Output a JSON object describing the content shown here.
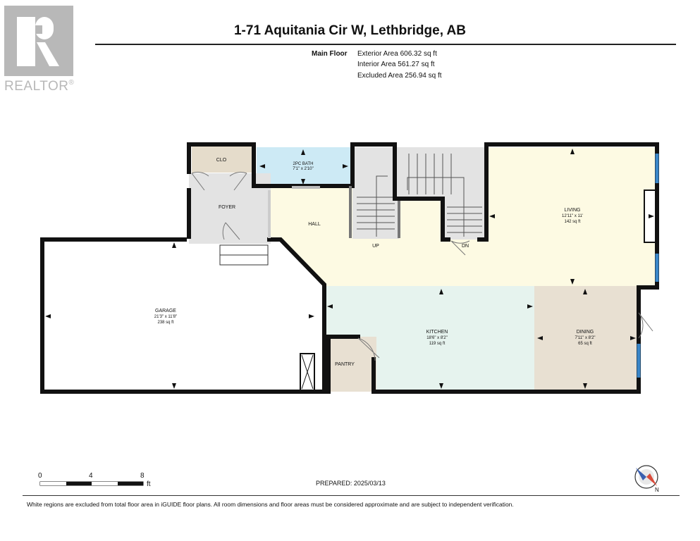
{
  "logo": {
    "word": "REALTOR",
    "mark": "®",
    "color": "#b8b8b8"
  },
  "title": "1-71 Aquitania Cir W, Lethbridge, AB",
  "floor": {
    "label": "Main Floor",
    "exterior": "Exterior Area 606.32 sq ft",
    "interior": "Interior Area 561.27 sq ft",
    "excluded": "Excluded Area 256.94 sq ft"
  },
  "rooms": {
    "clo": {
      "name": "CLO"
    },
    "bath": {
      "name": "2PC BATH",
      "dims": "7'1\" x 2'10\""
    },
    "foyer": {
      "name": "FOYER"
    },
    "hall": {
      "name": "HALL"
    },
    "up": {
      "name": "UP"
    },
    "dn": {
      "name": "DN"
    },
    "living": {
      "name": "LIVING",
      "dims": "12'11\" x 11'",
      "area": "142 sq ft"
    },
    "garage": {
      "name": "GARAGE",
      "dims": "21'3\" x 11'8\"",
      "area": "238 sq ft"
    },
    "kitchen": {
      "name": "KITCHEN",
      "dims": "18'6\" x 8'2\"",
      "area": "119 sq ft"
    },
    "dining": {
      "name": "DINING",
      "dims": "7'11\" x 8'2\"",
      "area": "65 sq ft"
    },
    "pantry": {
      "name": "PANTRY"
    }
  },
  "colors": {
    "clo": "#e5dccb",
    "bath": "#cdeaf5",
    "foyer": "#e3e3e3",
    "hall": "#fdfae3",
    "living": "#fdfae3",
    "kitchen": "#e6f3ee",
    "dining": "#e8e0d2",
    "pantry": "#e8e0d2",
    "stairs": "#e3e3e3",
    "window": "#3a86c8",
    "wall": "#111111"
  },
  "scale": {
    "n0": "0",
    "n4": "4",
    "n8": "8",
    "unit": "ft"
  },
  "compass": {
    "letter": "N",
    "needle": "#d94b3b"
  },
  "prepared": "PREPARED: 2025/03/13",
  "disclaimer": "White regions are excluded from total floor area in iGUIDE floor plans. All room dimensions and floor areas must be considered approximate and are subject to independent verification."
}
